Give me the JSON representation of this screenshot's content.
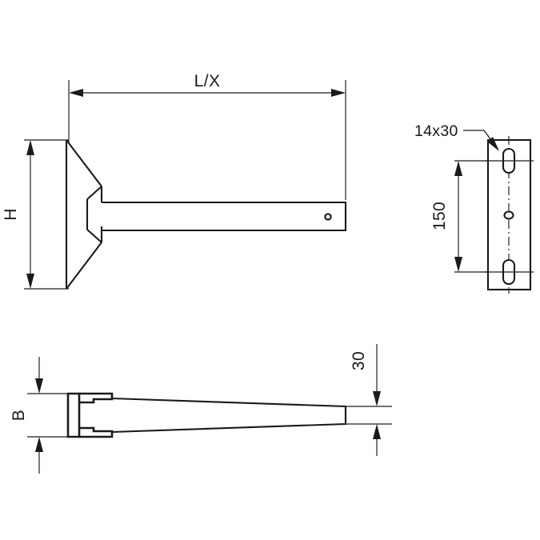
{
  "drawing": {
    "title": "Wall bracket technical drawing",
    "background_color": "#ffffff",
    "line_color": "#1a1a1a",
    "views": {
      "side_view": {
        "name": "side-elevation-view",
        "dimensions": {
          "length": {
            "label": "L/X",
            "orientation": "horizontal"
          },
          "height": {
            "label": "H",
            "orientation": "vertical-rotated"
          }
        },
        "features": [
          "tapered-flange",
          "rectangular-arm",
          "small-round-hole"
        ]
      },
      "front_view": {
        "name": "front-plate-view",
        "dimensions": {
          "slot_size": {
            "label": "14x30",
            "orientation": "horizontal"
          },
          "hole_spacing": {
            "label": "150",
            "orientation": "vertical-rotated"
          }
        },
        "features": [
          "mounting-plate",
          "upper-slot",
          "center-hole",
          "lower-slot",
          "vertical-centerline"
        ]
      },
      "top_view": {
        "name": "top-plan-view",
        "dimensions": {
          "width": {
            "label": "B",
            "orientation": "vertical-rotated"
          },
          "tip_width": {
            "label": "30",
            "orientation": "vertical-rotated"
          }
        },
        "features": [
          "tapered-arm",
          "mounting-block"
        ]
      }
    },
    "labels": {
      "length_label": "L/X",
      "height_label": "H",
      "slot_label": "14x30",
      "spacing_label": "150",
      "width_label": "B",
      "tip_label": "30"
    }
  }
}
